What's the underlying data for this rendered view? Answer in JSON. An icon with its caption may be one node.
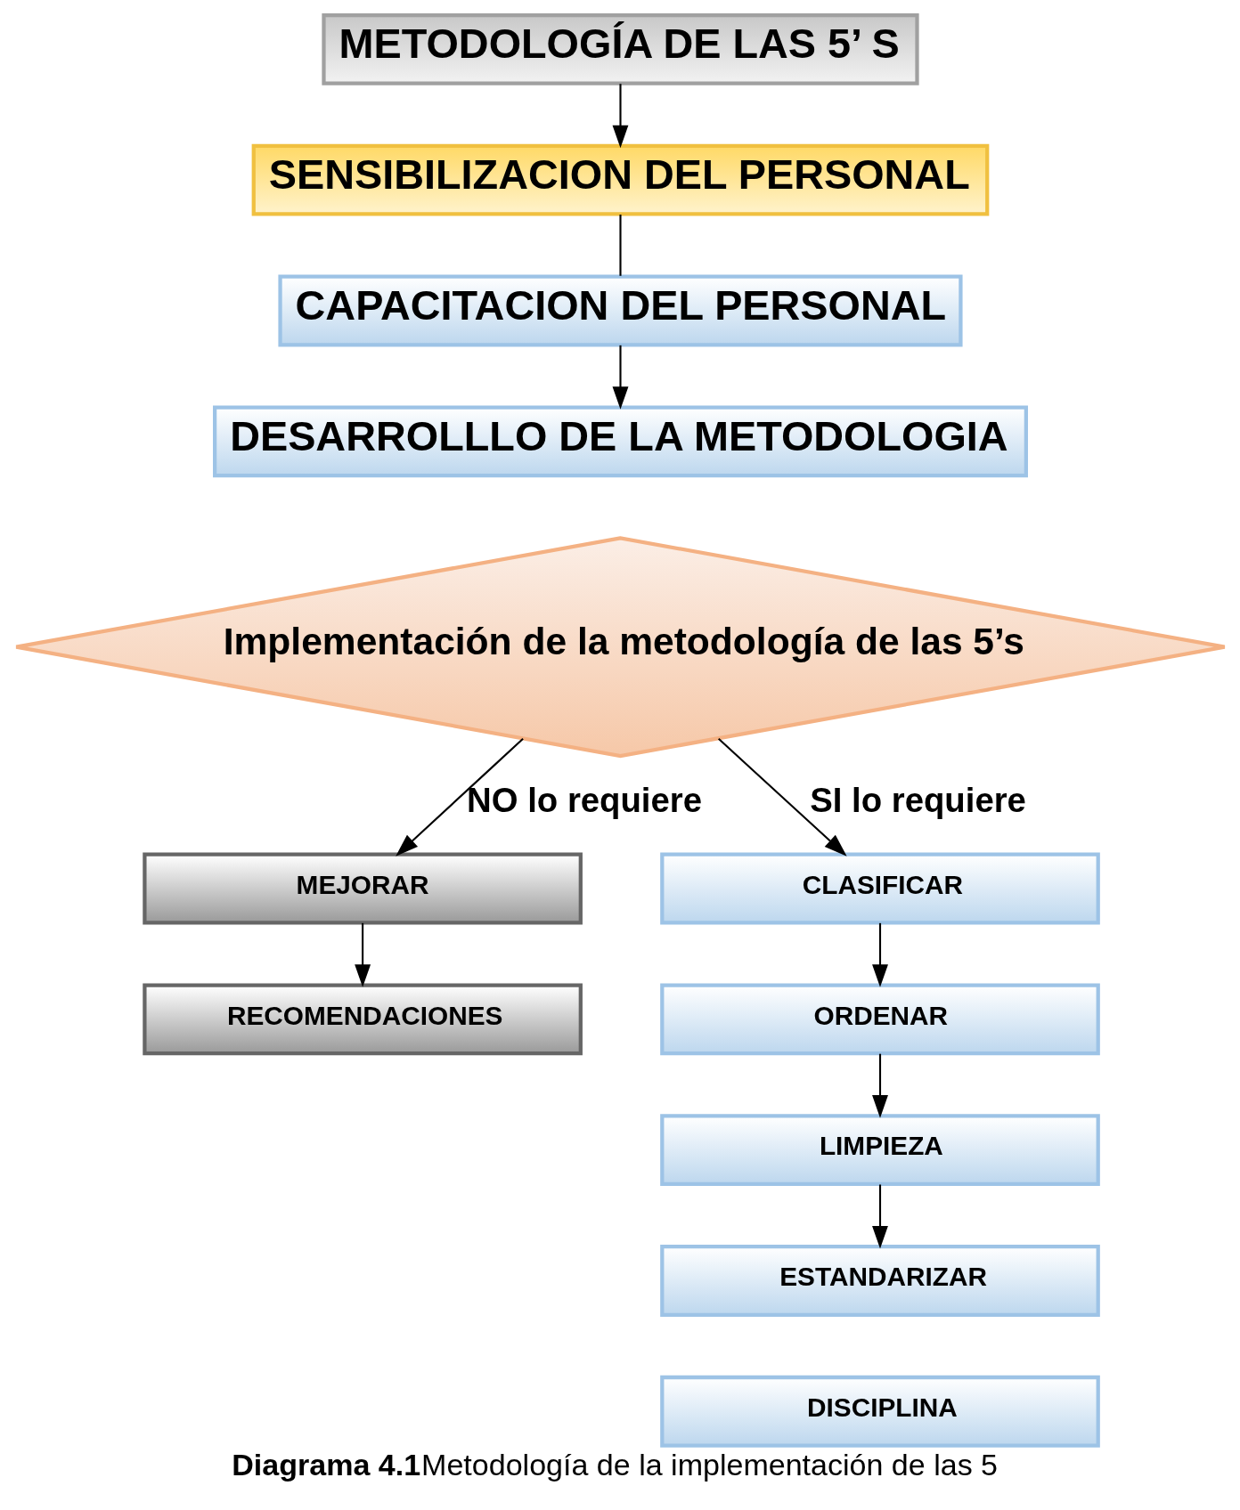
{
  "diagram": {
    "caption": "**Diagrama 4.1**Metodología de la implementación de las 5",
    "nodes": [
      {
        "text": [
          "METODOLOGÍA DE LAS 5’ S"
        ]
      },
      {
        "text": [
          "SENSIBILIZACION DEL PERSONAL"
        ]
      },
      {
        "text": [
          "CAPACITACION DEL PERSONAL"
        ]
      },
      {
        "text": [
          "DESARROLLLO DE LA METODOLOGIA"
        ]
      },
      {
        "text": [
          "Implementación de la metodología de las 5’s"
        ]
      },
      {
        "text": [
          "MEJORAR"
        ]
      },
      {
        "text": [
          "RECOMENDACIONES"
        ]
      },
      {
        "text": [
          "CLASIFICAR"
        ]
      },
      {
        "text": [
          "ORDENAR"
        ]
      },
      {
        "text": [
          "LIMPIEZA"
        ]
      },
      {
        "text": [
          "ESTANDARIZAR"
        ]
      },
      {
        "text": [
          "DISCIPLINA"
        ]
      }
    ],
    "edges": [
      {
        "from": 0,
        "to": 1,
        "arrow": "to"
      },
      {
        "from": 1,
        "to": 2,
        "arrow": "none"
      },
      {
        "from": 2,
        "to": 3,
        "arrow": "to"
      },
      {
        "from": 4,
        "to": 5,
        "arrow": "to",
        "label": "NO lo requiere"
      },
      {
        "from": 4,
        "to": 7,
        "arrow": "to",
        "label": "SI lo requiere"
      },
      {
        "from": 5,
        "to": 6,
        "arrow": "to"
      },
      {
        "from": 7,
        "to": 8,
        "arrow": "to"
      },
      {
        "from": 8,
        "to": 9,
        "arrow": "to"
      },
      {
        "from": 9,
        "to": 10,
        "arrow": "to"
      }
    ]
  }
}
